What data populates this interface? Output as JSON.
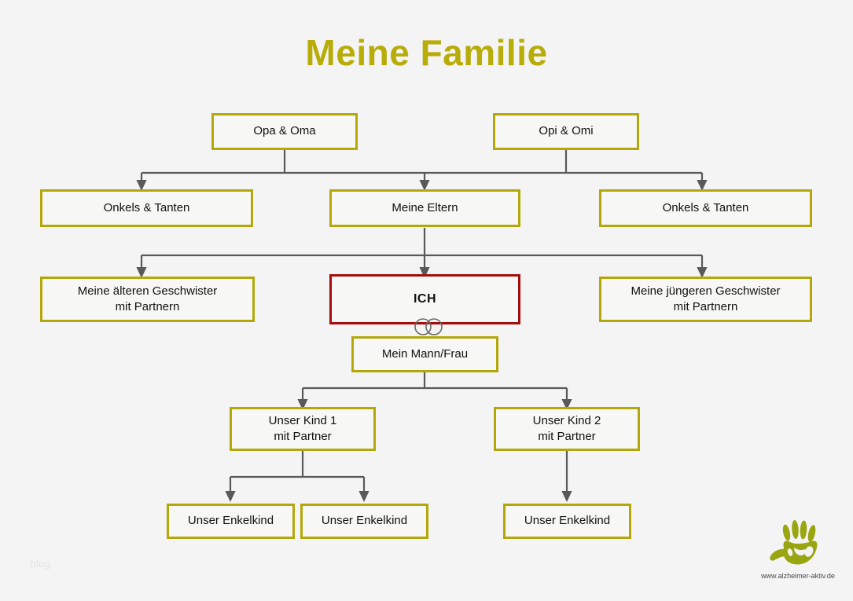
{
  "page": {
    "title": "Meine Familie",
    "background_color": "#f4f4f4",
    "accent_color": "#b3a80a",
    "self_color": "#a50d0d",
    "connector_color": "#595959"
  },
  "watermark": {
    "blog_label": "blog"
  },
  "logo": {
    "icon": "handprint-icon",
    "url_label": "www.alzheimer-aktiv.de",
    "color": "#9aa512"
  },
  "tree": {
    "generation_1": [
      {
        "id": "opa-oma",
        "label": "Opa & Oma"
      },
      {
        "id": "opi-omi",
        "label": "Opi & Omi"
      }
    ],
    "generation_2": [
      {
        "id": "onkels-tanten-left",
        "label": "Onkels & Tanten"
      },
      {
        "id": "meine-eltern",
        "label": "Meine Eltern"
      },
      {
        "id": "onkels-tanten-right",
        "label": "Onkels & Tanten"
      }
    ],
    "generation_3": [
      {
        "id": "aeltere-geschwister",
        "label_line1": "Meine älteren Geschwister",
        "label_line2": "mit Partnern"
      },
      {
        "id": "ich",
        "label": "ICH"
      },
      {
        "id": "juengere-geschwister",
        "label_line1": "Meine jüngeren Geschwister",
        "label_line2": "mit Partnern"
      }
    ],
    "spouse": {
      "id": "mein-mann-frau",
      "label": "Mein Mann/Frau"
    },
    "marriage_symbol": "wedding-rings-icon",
    "generation_4": [
      {
        "id": "unser-kind-1",
        "label_line1": "Unser Kind 1",
        "label_line2": "mit Partner"
      },
      {
        "id": "unser-kind-2",
        "label_line1": "Unser Kind 2",
        "label_line2": "mit Partner"
      }
    ],
    "generation_5": [
      {
        "id": "enkelkind-1",
        "label": "Unser Enkelkind"
      },
      {
        "id": "enkelkind-2",
        "label": "Unser Enkelkind"
      },
      {
        "id": "enkelkind-3",
        "label": "Unser Enkelkind"
      }
    ]
  }
}
